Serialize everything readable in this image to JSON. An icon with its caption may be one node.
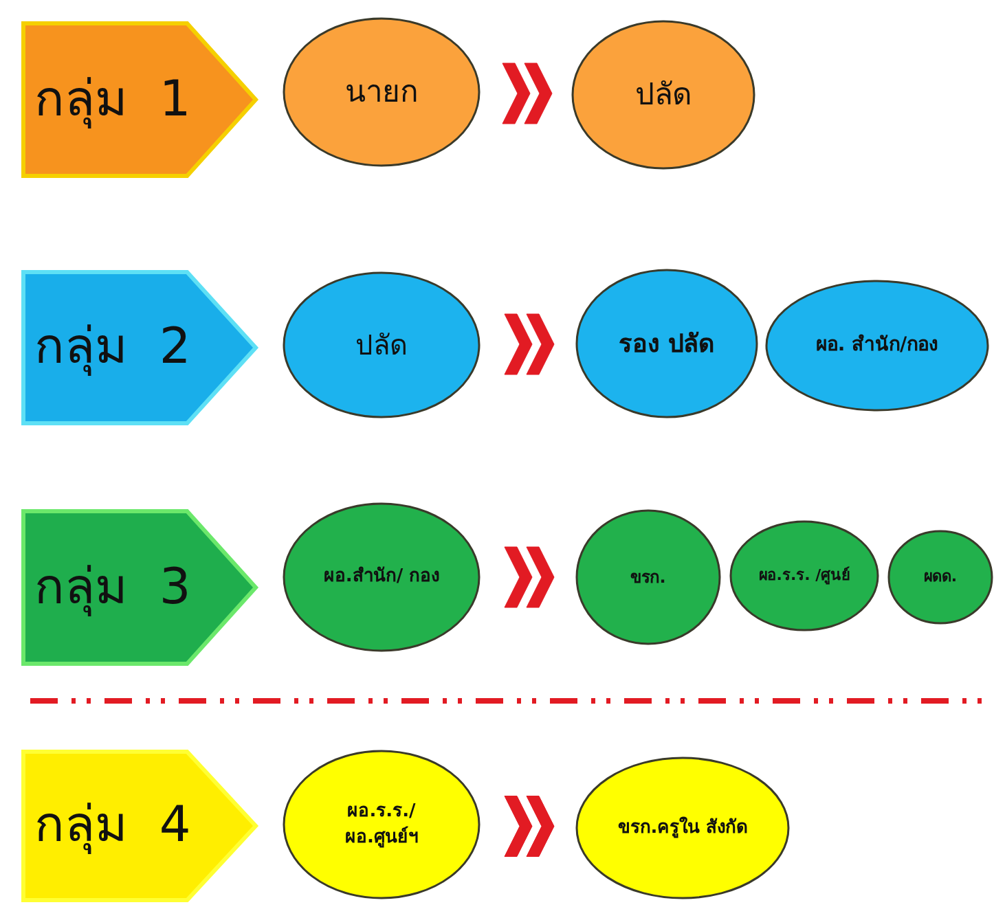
{
  "diagram": {
    "nodes": [
      {
        "text": [
          "กลุ่ม 1"
        ]
      },
      {
        "text": [
          "นายก"
        ]
      },
      {
        "text": [
          "ปลัด"
        ]
      },
      {
        "text": [
          "กลุ่ม 2"
        ]
      },
      {
        "text": [
          "ปลัด"
        ]
      },
      {
        "text": [
          "รอง ปลัด"
        ]
      },
      {
        "text": [
          "ผอ. สำนัก/กอง"
        ]
      },
      {
        "text": [
          "กลุ่ม 3"
        ]
      },
      {
        "text": [
          "ผอ.สำนัก/ กอง"
        ]
      },
      {
        "text": [
          "ขรก."
        ]
      },
      {
        "text": [
          "ผอ.ร.ร. /ศูนย์"
        ]
      },
      {
        "text": [
          "ผดด."
        ]
      },
      {
        "text": [
          "กลุ่ม 4"
        ]
      },
      {
        "text": [
          "ผอ.ร.ร./ ผอ.ศูนย์ฯ"
        ]
      },
      {
        "text": [
          "ขรก.ครูใน สังกัด"
        ]
      }
    ],
    "edges": [
      {
        "from": 1,
        "to": 2,
        "arrow": "to"
      },
      {
        "from": 4,
        "to": 5,
        "arrow": "to"
      },
      {
        "from": 8,
        "to": 9,
        "arrow": "to"
      },
      {
        "from": 13,
        "to": 14,
        "arrow": "to"
      }
    ]
  }
}
